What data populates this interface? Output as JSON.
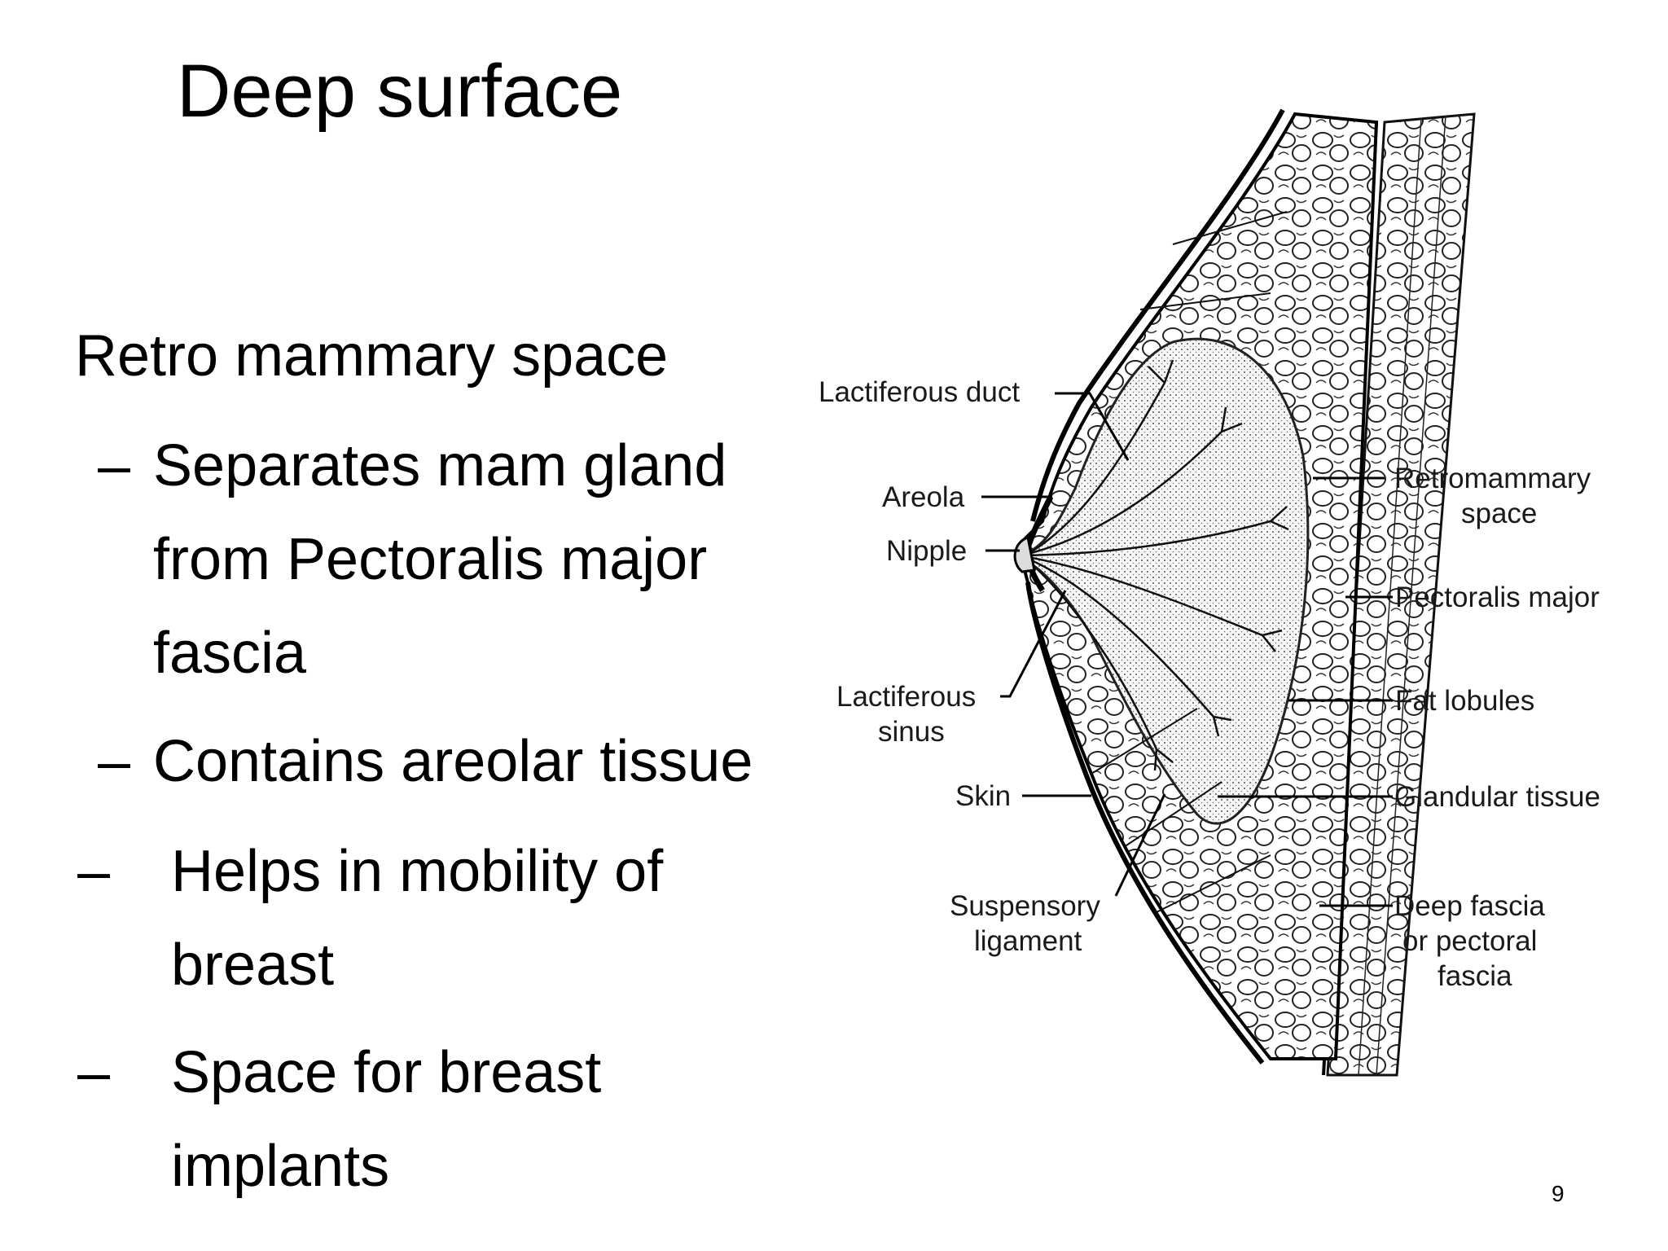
{
  "slide": {
    "title": "Deep surface",
    "heading": "Retro mammary space",
    "dash": "–",
    "bullets": {
      "b1": [
        "Separates mam gland",
        "from Pectoralis major",
        "fascia"
      ],
      "b2": [
        "Contains areolar tissue"
      ],
      "b3": [
        "Helps in mobility of",
        "breast"
      ],
      "b4": [
        "Space for breast",
        "implants"
      ]
    },
    "page_number": "9"
  },
  "diagram": {
    "labels": {
      "lactiferous_duct": "Lactiferous duct",
      "areola": "Areola",
      "nipple": "Nipple",
      "lactiferous_sinus": [
        "Lactiferous",
        "sinus"
      ],
      "skin": "Skin",
      "suspensory_ligament": [
        "Suspensory",
        "ligament"
      ],
      "retromammary_space": [
        "Retromammary",
        "space"
      ],
      "pectoralis_major": "Pectoralis major",
      "fat_lobules": "Fat lobules",
      "glandular_tissue": "Glandular tissue",
      "deep_fascia": [
        "Deep fascia",
        "or pectoral",
        "fascia"
      ]
    }
  }
}
